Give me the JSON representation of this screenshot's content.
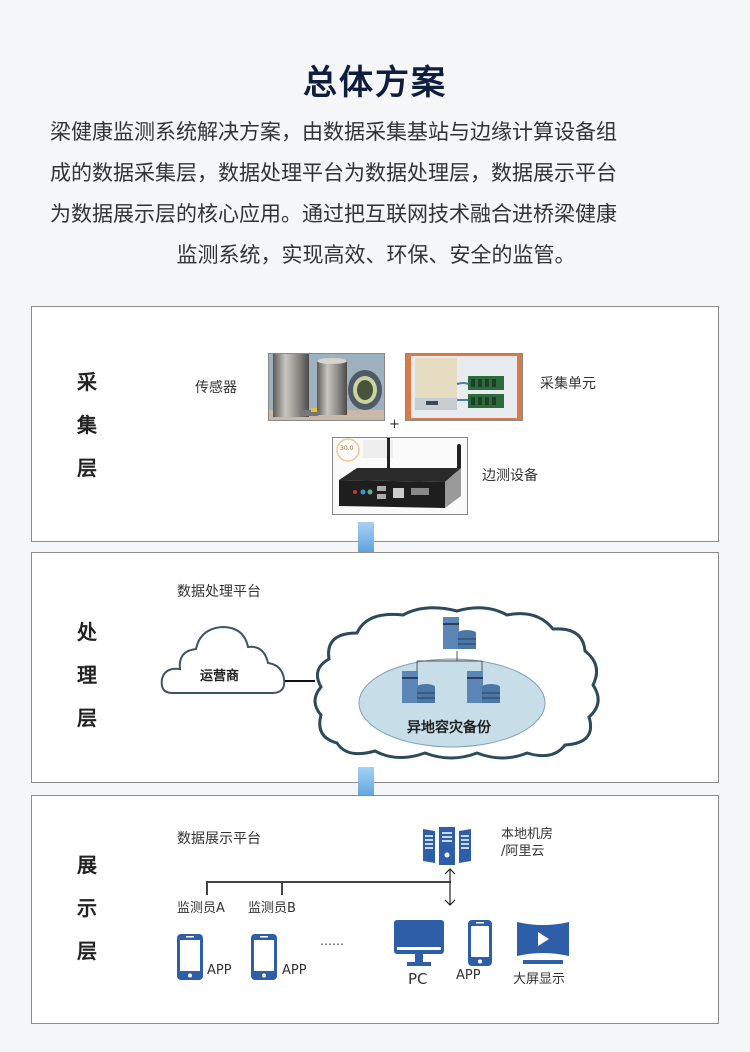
{
  "page": {
    "title": "总体方案",
    "intro_lines": [
      "梁健康监测系统解决方案，由数据采集基站与边缘计算设备组",
      "成的数据采集层，数据处理平台为数据处理层，数据展示平台",
      "为数据展示层的核心应用。通过把互联网技术融合进桥梁健康",
      "监测系统，实现高效、环保、安全的监管。"
    ]
  },
  "colors": {
    "title": "#0f1e3c",
    "icon_blue": "#2f5ea8",
    "arrow_light": "#8ec3ee",
    "arrow_dark": "#2e7fd0",
    "server_blue": "#5b86b8",
    "disk_ellipse": "#c7dde8"
  },
  "acquisition_layer": {
    "label_chars": [
      "采",
      "集",
      "层"
    ],
    "sensor_label": "传感器",
    "plus": "+",
    "collector_label": "采集单元",
    "edge_label": "边测设备",
    "edge_badge": "30.0"
  },
  "processing_layer": {
    "label_chars": [
      "处",
      "理",
      "层"
    ],
    "platform_label": "数据处理平台",
    "operator_label": "运营商",
    "backup_label": "异地容灾备份"
  },
  "display_layer": {
    "label_chars": [
      "展",
      "示",
      "层"
    ],
    "platform_label": "数据展示平台",
    "server_label_line1": "本地机房",
    "server_label_line2": "/阿里云",
    "inspector_a": "监测员A",
    "inspector_b": "监测员B",
    "ellipsis": "……",
    "app_a": "APP",
    "app_b": "APP",
    "pc_label": "PC",
    "app_label": "APP",
    "bigscreen_label": "大屏显示"
  }
}
